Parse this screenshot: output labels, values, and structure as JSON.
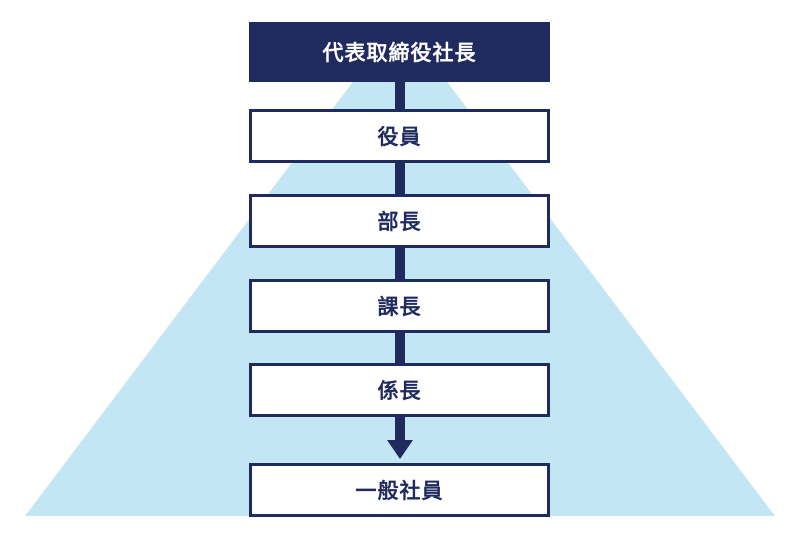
{
  "colors": {
    "navy": "#1f2a5e",
    "pyramid": "#c3e6f4"
  },
  "hierarchy": [
    {
      "label": "代表取締役社長"
    },
    {
      "label": "役員"
    },
    {
      "label": "部長"
    },
    {
      "label": "課長"
    },
    {
      "label": "係長"
    },
    {
      "label": "一般社員"
    }
  ]
}
